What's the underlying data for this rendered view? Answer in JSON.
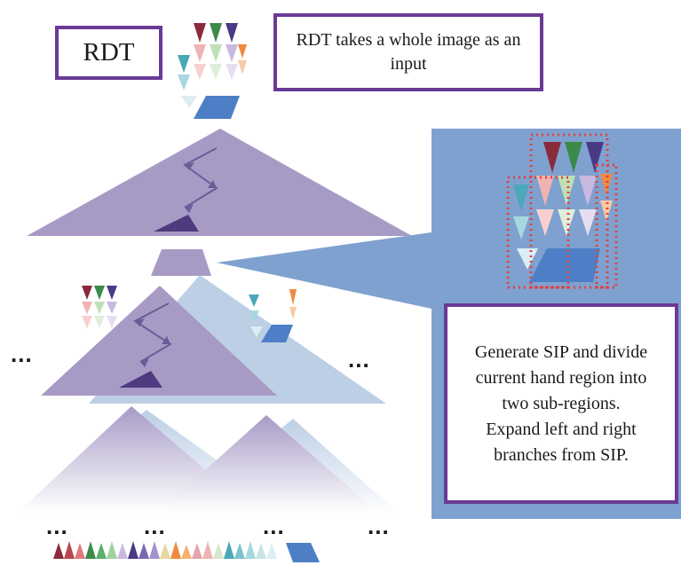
{
  "rdt_label": "RDT",
  "input_note": "RDT takes a whole image as an input",
  "sip_note": {
    "lines": [
      "Generate SIP and divide",
      "current hand region into",
      "two sub-regions.",
      "Expand left and right",
      "branches from SIP."
    ]
  },
  "ellipsis": "...",
  "colors": {
    "tree_purple": "#a79bc6",
    "tree_light_blue": "#bccfe4",
    "zoom_panel": "#7fa1cf",
    "dark_node": "#4e3a7e",
    "box_border": "#6a3a96",
    "dotted_box": "#e0413d",
    "hand_patch_blue": "#4e7fc6"
  }
}
